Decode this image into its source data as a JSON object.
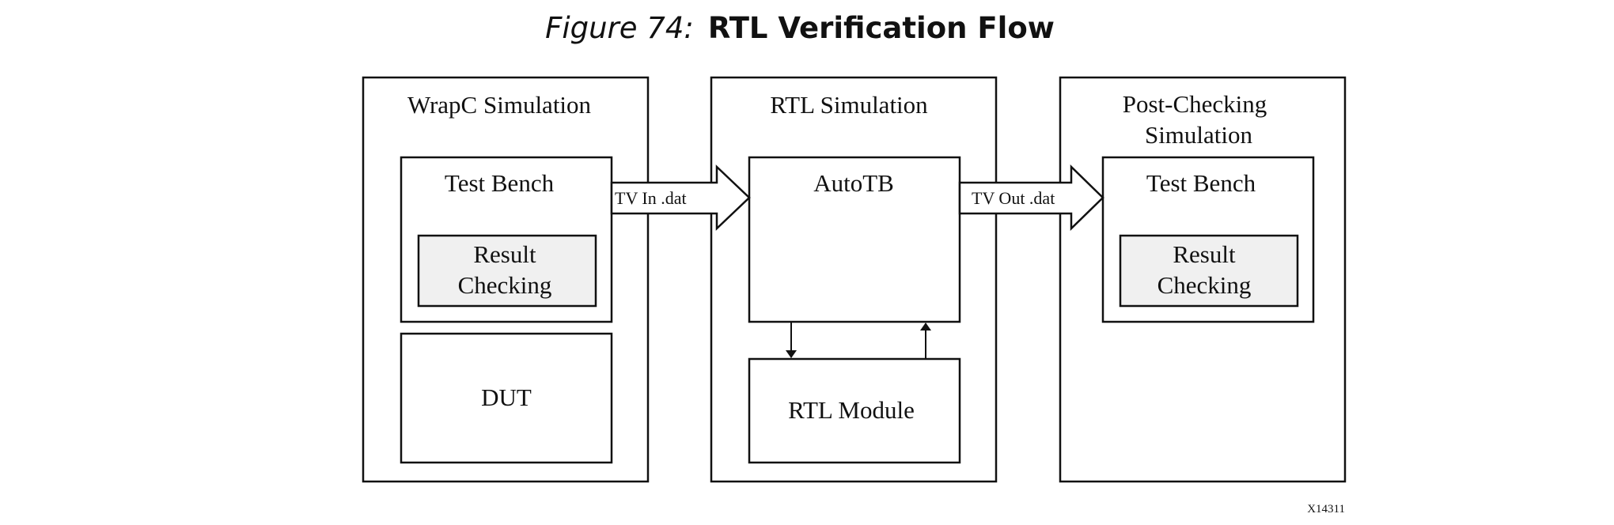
{
  "figure": {
    "caption_prefix": "Figure 74:",
    "caption_title": "RTL Verification Flow",
    "id_code": "X14311"
  },
  "panels": {
    "wrapc": {
      "title": "WrapC Simulation",
      "test_bench": "Test Bench",
      "result_checking_line1": "Result",
      "result_checking_line2": "Checking",
      "dut": "DUT"
    },
    "rtl": {
      "title": "RTL Simulation",
      "autotb": "AutoTB",
      "rtl_module": "RTL Module"
    },
    "post": {
      "title_line1": "Post-Checking",
      "title_line2": "Simulation",
      "test_bench": "Test Bench",
      "result_checking_line1": "Result",
      "result_checking_line2": "Checking"
    }
  },
  "arrows": {
    "tv_in": "TV In .dat",
    "tv_out": "TV Out .dat"
  },
  "colors": {
    "stroke": "#111111",
    "shaded_fill": "#f0f0f0",
    "background": "#ffffff"
  }
}
